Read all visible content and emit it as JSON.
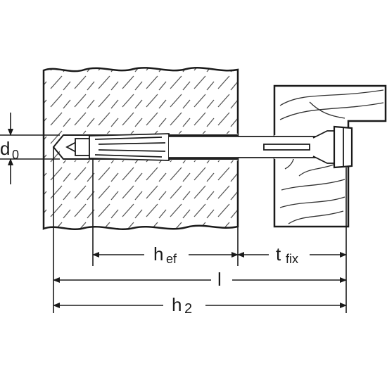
{
  "labels": {
    "bore_diameter": {
      "main": "d",
      "sub": "0"
    },
    "effective_depth": {
      "main": "h",
      "sub": "ef"
    },
    "fixture_thickness": {
      "main": "t",
      "sub": "fix"
    },
    "anchor_length": {
      "main": "l"
    },
    "hole_depth": {
      "main": "h",
      "sub": "2"
    }
  },
  "colors": {
    "line": "#1a1a1a",
    "concrete_fill": "#d9d9d9",
    "wood_fill": "#d9d9d9",
    "anchor_fill": "#e6e6e6"
  }
}
